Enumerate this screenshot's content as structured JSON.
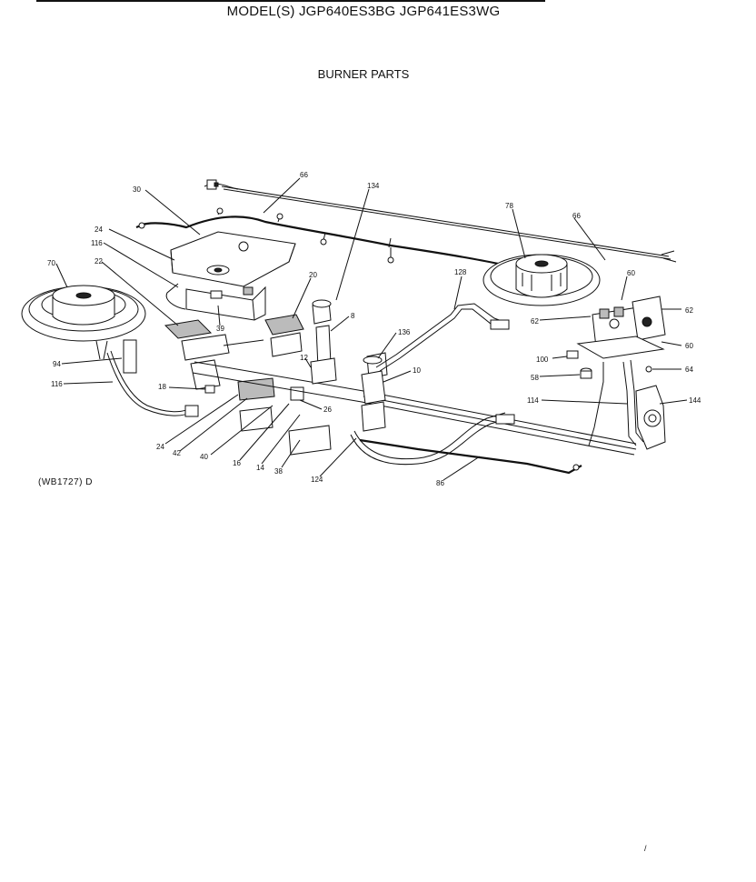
{
  "header": {
    "model_title": "MODEL(S) JGP640ES3BG  JGP641ES3WG",
    "section_title": "BURNER PARTS"
  },
  "figure_ref": "(WB1727) D",
  "stray_mark": "/",
  "callouts": {
    "c30a": "30",
    "c66a": "66",
    "c134": "134",
    "c78": "78",
    "c66b": "66",
    "c24a": "24",
    "c116a": "116",
    "c70": "70",
    "c22": "22",
    "c20": "20",
    "c128": "128",
    "c60a": "60",
    "c62a": "62",
    "c62b": "62",
    "c39": "39",
    "c8": "8",
    "c136": "136",
    "c60b": "60",
    "c94": "94",
    "c12": "12",
    "c100": "100",
    "c58": "58",
    "c10": "10",
    "c64": "64",
    "c116b": "116",
    "c18": "18",
    "c114": "114",
    "c144": "144",
    "c26": "26",
    "c24b": "24",
    "c42": "42",
    "c40": "40",
    "c16": "16",
    "c14": "14",
    "c38": "38",
    "c124": "124",
    "c86": "86"
  }
}
